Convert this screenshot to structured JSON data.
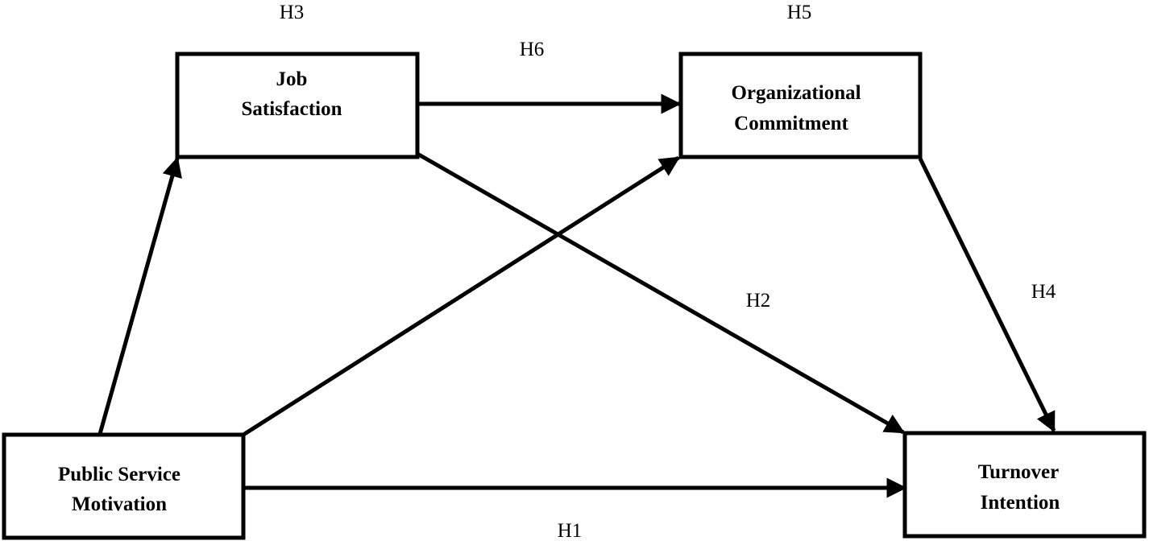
{
  "nodes": {
    "job_satisfaction": {
      "line1": "Job",
      "line2": "Satisfaction"
    },
    "organizational_commitment": {
      "line1": "Organizational",
      "line2": "Commitment"
    },
    "public_service_motivation": {
      "line1": "Public Service",
      "line2": "Motivation"
    },
    "turnover_intention": {
      "line1": "Turnover",
      "line2": "Intention"
    }
  },
  "hypotheses": {
    "h1": "H1",
    "h2": "H2",
    "h3": "H3",
    "h4": "H4",
    "h5": "H5",
    "h6": "H6"
  },
  "edges": [
    {
      "from": "Public Service Motivation",
      "to": "Job Satisfaction"
    },
    {
      "from": "Public Service Motivation",
      "to": "Organizational Commitment"
    },
    {
      "from": "Public Service Motivation",
      "to": "Turnover Intention"
    },
    {
      "from": "Job Satisfaction",
      "to": "Organizational Commitment"
    },
    {
      "from": "Job Satisfaction",
      "to": "Turnover Intention"
    },
    {
      "from": "Organizational Commitment",
      "to": "Turnover Intention"
    }
  ],
  "colors": {
    "stroke": "#000000",
    "background": "#ffffff"
  }
}
